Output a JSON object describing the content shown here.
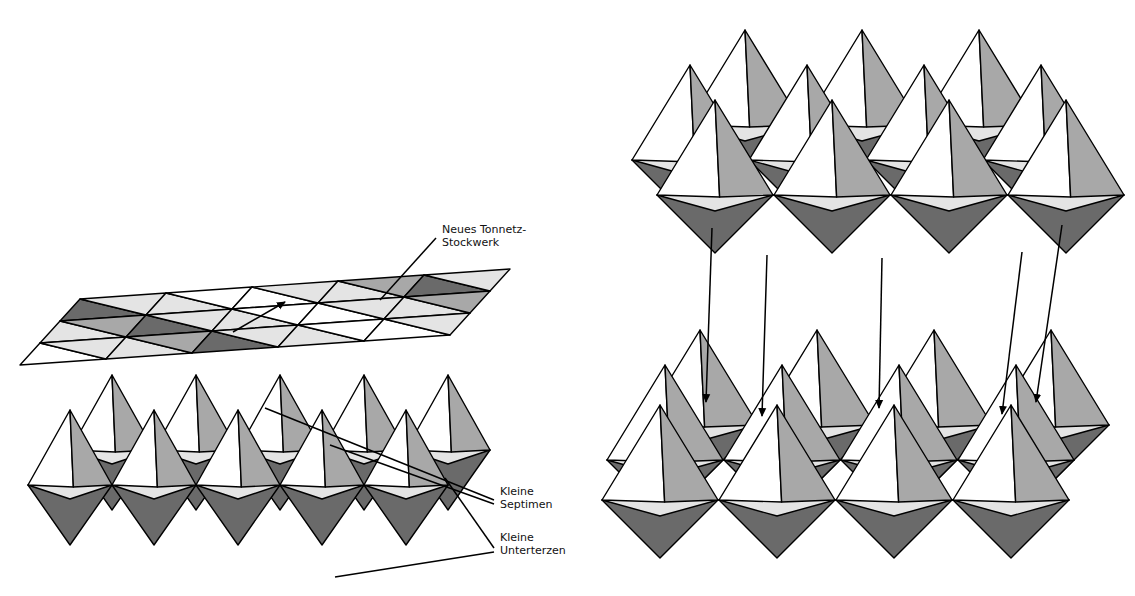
{
  "diagram": {
    "labels": [
      "Neues Tonnetz-Stockwerk",
      "Kleine Septimen",
      "Kleine Unterterzen"
    ]
  }
}
